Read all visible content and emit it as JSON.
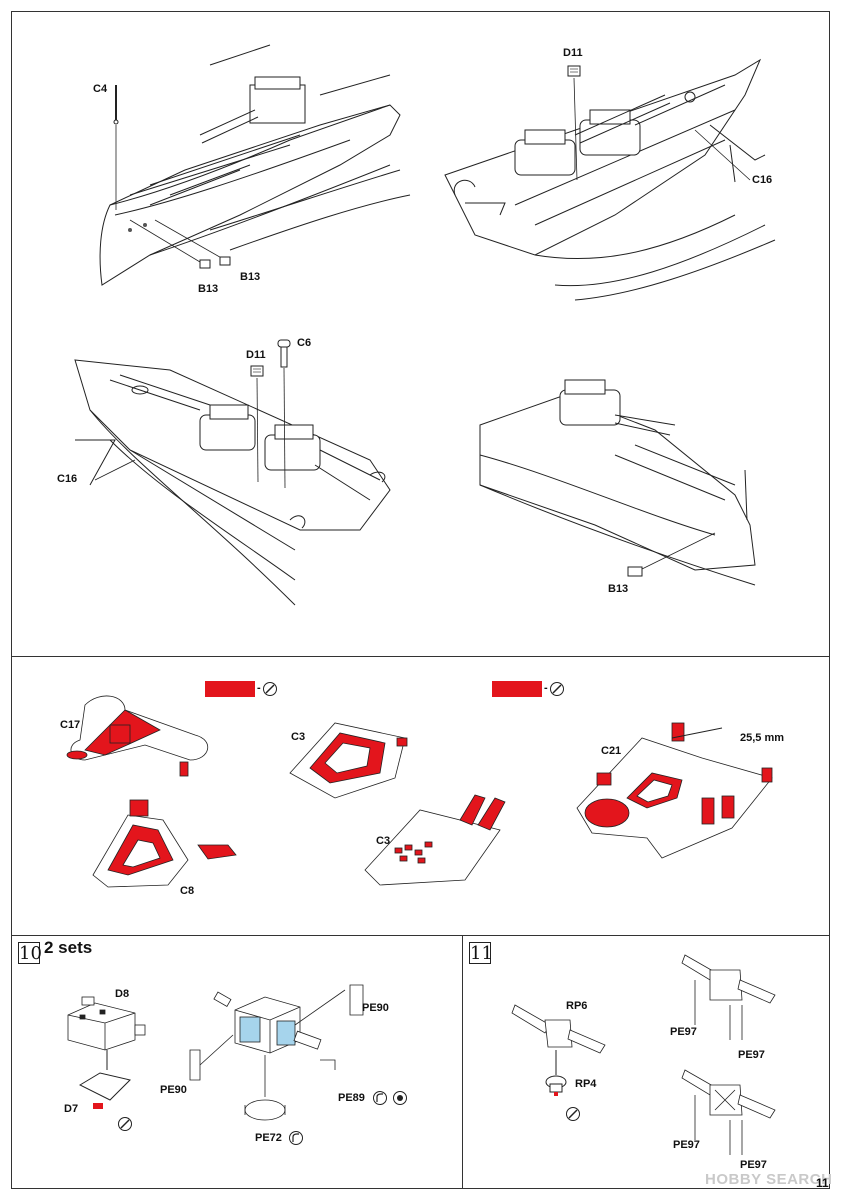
{
  "panel_top": {
    "view1": {
      "c4": "C4",
      "b13a": "B13",
      "b13b": "B13"
    },
    "view2": {
      "d11": "D11",
      "c16": "C16"
    },
    "view3": {
      "d11": "D11",
      "c6": "C6",
      "c16": "C16"
    },
    "view4": {
      "b13": "B13"
    }
  },
  "panel_paint": {
    "paint_color": "#e3151c",
    "paint_icon": "brush-icon",
    "parts": {
      "c17": "C17",
      "c3a": "C3",
      "c8": "C8",
      "c3b": "C3",
      "c21": "C21"
    },
    "dimension": "25,5 mm"
  },
  "step10": {
    "number": "10",
    "sets": "2 sets",
    "labels": {
      "d8": "D8",
      "d7": "D7",
      "pe90a": "PE90",
      "pe90b": "PE90",
      "pe89": "PE89",
      "pe72": "PE72"
    }
  },
  "step11": {
    "number": "11",
    "labels": {
      "rp6": "RP6",
      "rp4": "RP4",
      "pe97a": "PE97",
      "pe97b": "PE97",
      "pe97c": "PE97",
      "pe97d": "PE97"
    }
  },
  "watermark": "HOBBY SEARCH",
  "page_number": "11"
}
